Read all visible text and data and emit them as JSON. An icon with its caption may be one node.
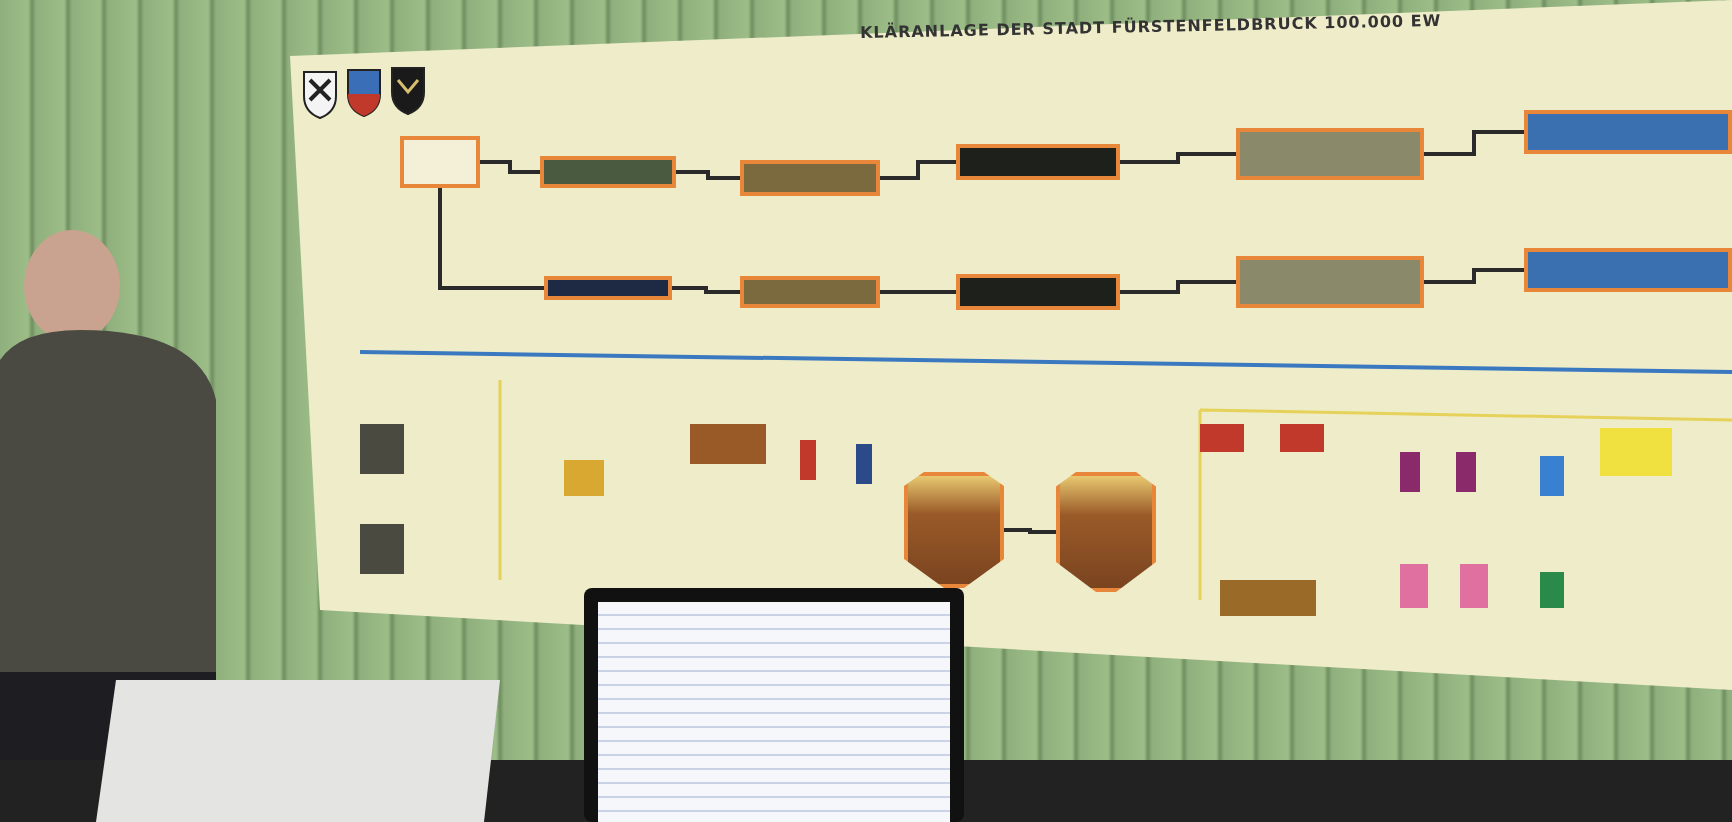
{
  "diagram": {
    "title": "KLÄRANLAGE DER STADT FÜRSTENFELDBRUCK 100.000 EW",
    "nodes": [
      {
        "text": [],
        "shape": "box"
      },
      {
        "text": [],
        "shape": "box"
      },
      {
        "text": [],
        "shape": "box"
      },
      {
        "text": [],
        "shape": "box"
      },
      {
        "text": [],
        "shape": "box"
      },
      {
        "text": [],
        "shape": "box"
      },
      {
        "text": [],
        "shape": "box"
      },
      {
        "text": [],
        "shape": "box"
      },
      {
        "text": [],
        "shape": "box"
      },
      {
        "text": [],
        "shape": "box"
      },
      {
        "text": [],
        "shape": "box"
      },
      {
        "text": [],
        "shape": "cylinder"
      },
      {
        "text": [],
        "shape": "cylinder"
      }
    ],
    "edges": [
      {
        "from": 0,
        "to": 1,
        "arrow": "none"
      },
      {
        "from": 0,
        "to": 2,
        "arrow": "none"
      },
      {
        "from": 1,
        "to": 3,
        "arrow": "none"
      },
      {
        "from": 2,
        "to": 4,
        "arrow": "none"
      },
      {
        "from": 3,
        "to": 5,
        "arrow": "none"
      },
      {
        "from": 4,
        "to": 6,
        "arrow": "none"
      },
      {
        "from": 5,
        "to": 7,
        "arrow": "none"
      },
      {
        "from": 6,
        "to": 8,
        "arrow": "none"
      },
      {
        "from": 7,
        "to": 9,
        "arrow": "none"
      },
      {
        "from": 8,
        "to": 10,
        "arrow": "none"
      },
      {
        "from": 11,
        "to": 12,
        "arrow": "none"
      }
    ]
  }
}
